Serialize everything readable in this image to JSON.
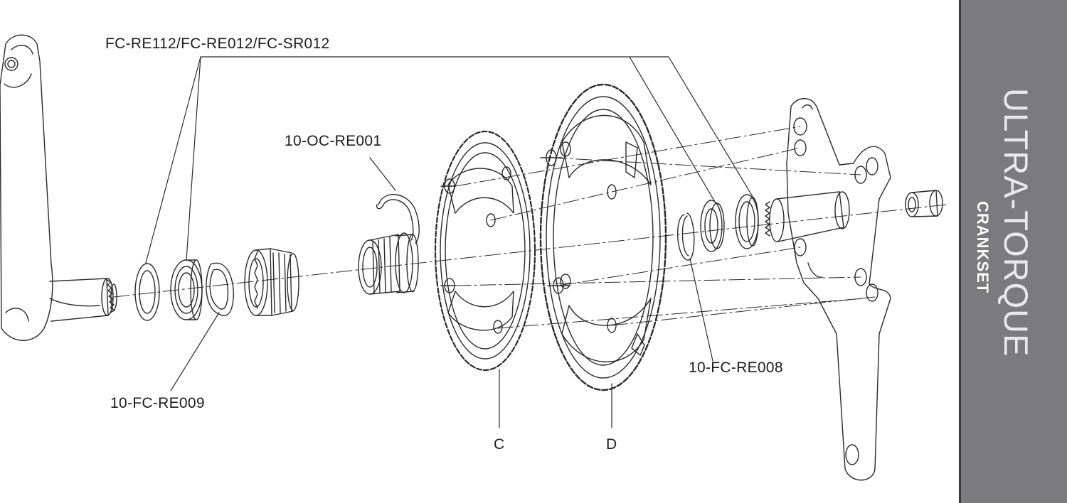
{
  "callouts": {
    "top_left": "FC-RE112/FC-RE012/FC-SR012",
    "circlip": "10-OC-RE001",
    "bottom_left": "10-FC-RE009",
    "right": "10-FC-RE008",
    "chainring_inner": "C",
    "chainring_outer": "D"
  },
  "side_panel": {
    "title": "ULTRA-TORQUE",
    "subtitle": "CRANKSET"
  },
  "colors": {
    "line": "#2a2a2a",
    "side_panel": "#7b7b7d",
    "side_panel_border": "#3a3a3a"
  }
}
